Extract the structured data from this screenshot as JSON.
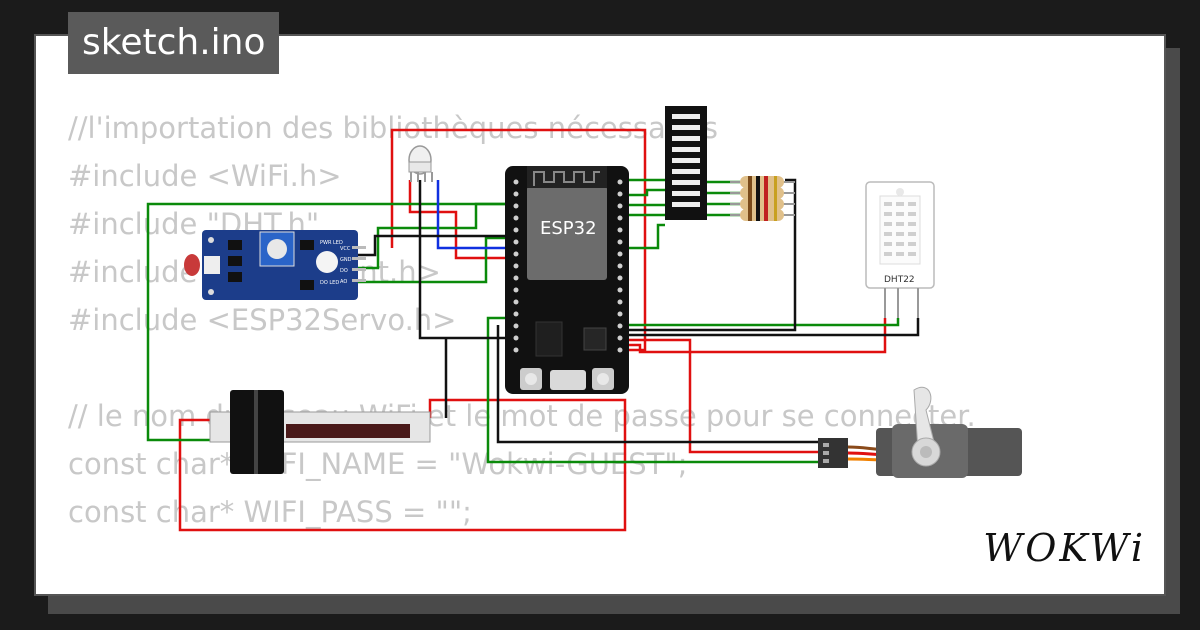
{
  "title": "sketch.ino",
  "code_lines": [
    "//l'importation des bibliothèques nécessaires",
    "#include <WiFi.h>",
    "#include \"DHT.h\"",
    "#include <HTTPClient.h>",
    "#include <ESP32Servo.h>",
    "",
    "// le nom du réseau WiFi et le mot de passe pour se connecter.",
    "const char* WIFI_NAME = \"Wokwi-GUEST\";",
    "const char* WIFI_PASS = \"\";"
  ],
  "components": {
    "mcu_label": "ESP32",
    "dht_label": "DHT22",
    "ldr_labels": [
      "PWR LED",
      "DO LED",
      "VCC",
      "GND",
      "DO",
      "AO"
    ]
  },
  "brand": "WOKWi",
  "colors": {
    "wire_red": "#e01010",
    "wire_green": "#0a8a0a",
    "wire_blue": "#1030e0",
    "wire_black": "#111111",
    "wire_orange": "#f08000",
    "board": "#111111",
    "sensor_module": "#1c3d8a"
  },
  "icons": [
    "rgb-led-icon",
    "ldr-module-icon",
    "esp32-board-icon",
    "led-bar-icon",
    "resistor-icon",
    "dht22-sensor-icon",
    "slide-potentiometer-icon",
    "servo-motor-icon"
  ]
}
